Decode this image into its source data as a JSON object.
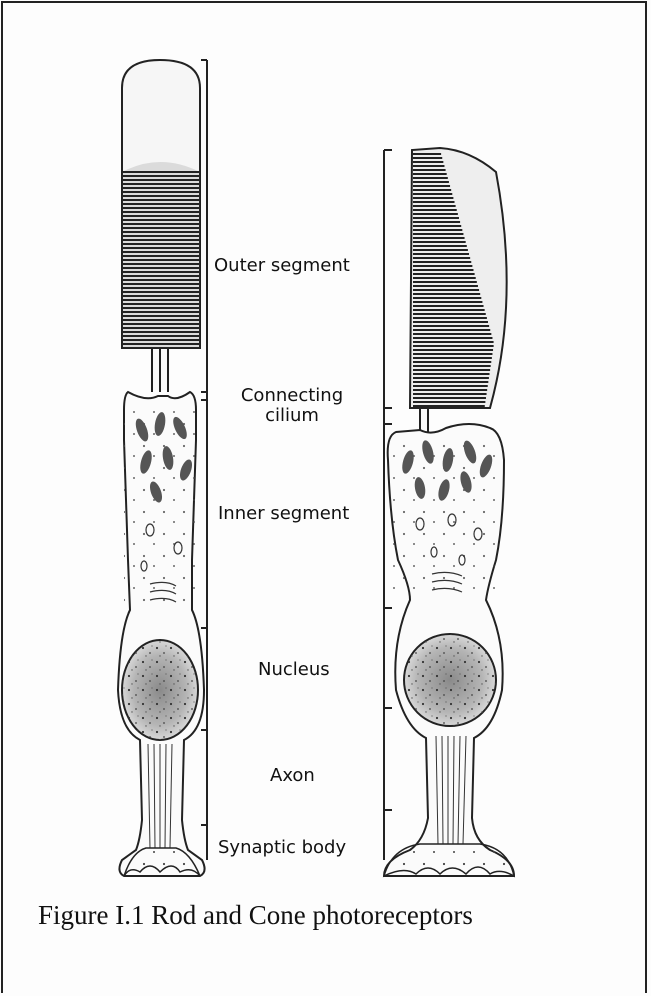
{
  "labels": {
    "outer_segment": "Outer segment",
    "connecting_cilium_line1": "Connecting",
    "connecting_cilium_line2": "cilium",
    "inner_segment": "Inner segment",
    "nucleus": "Nucleus",
    "axon": "Axon",
    "synaptic_body": "Synaptic body"
  },
  "caption": "Figure I.1 Rod and Cone photoreceptors"
}
